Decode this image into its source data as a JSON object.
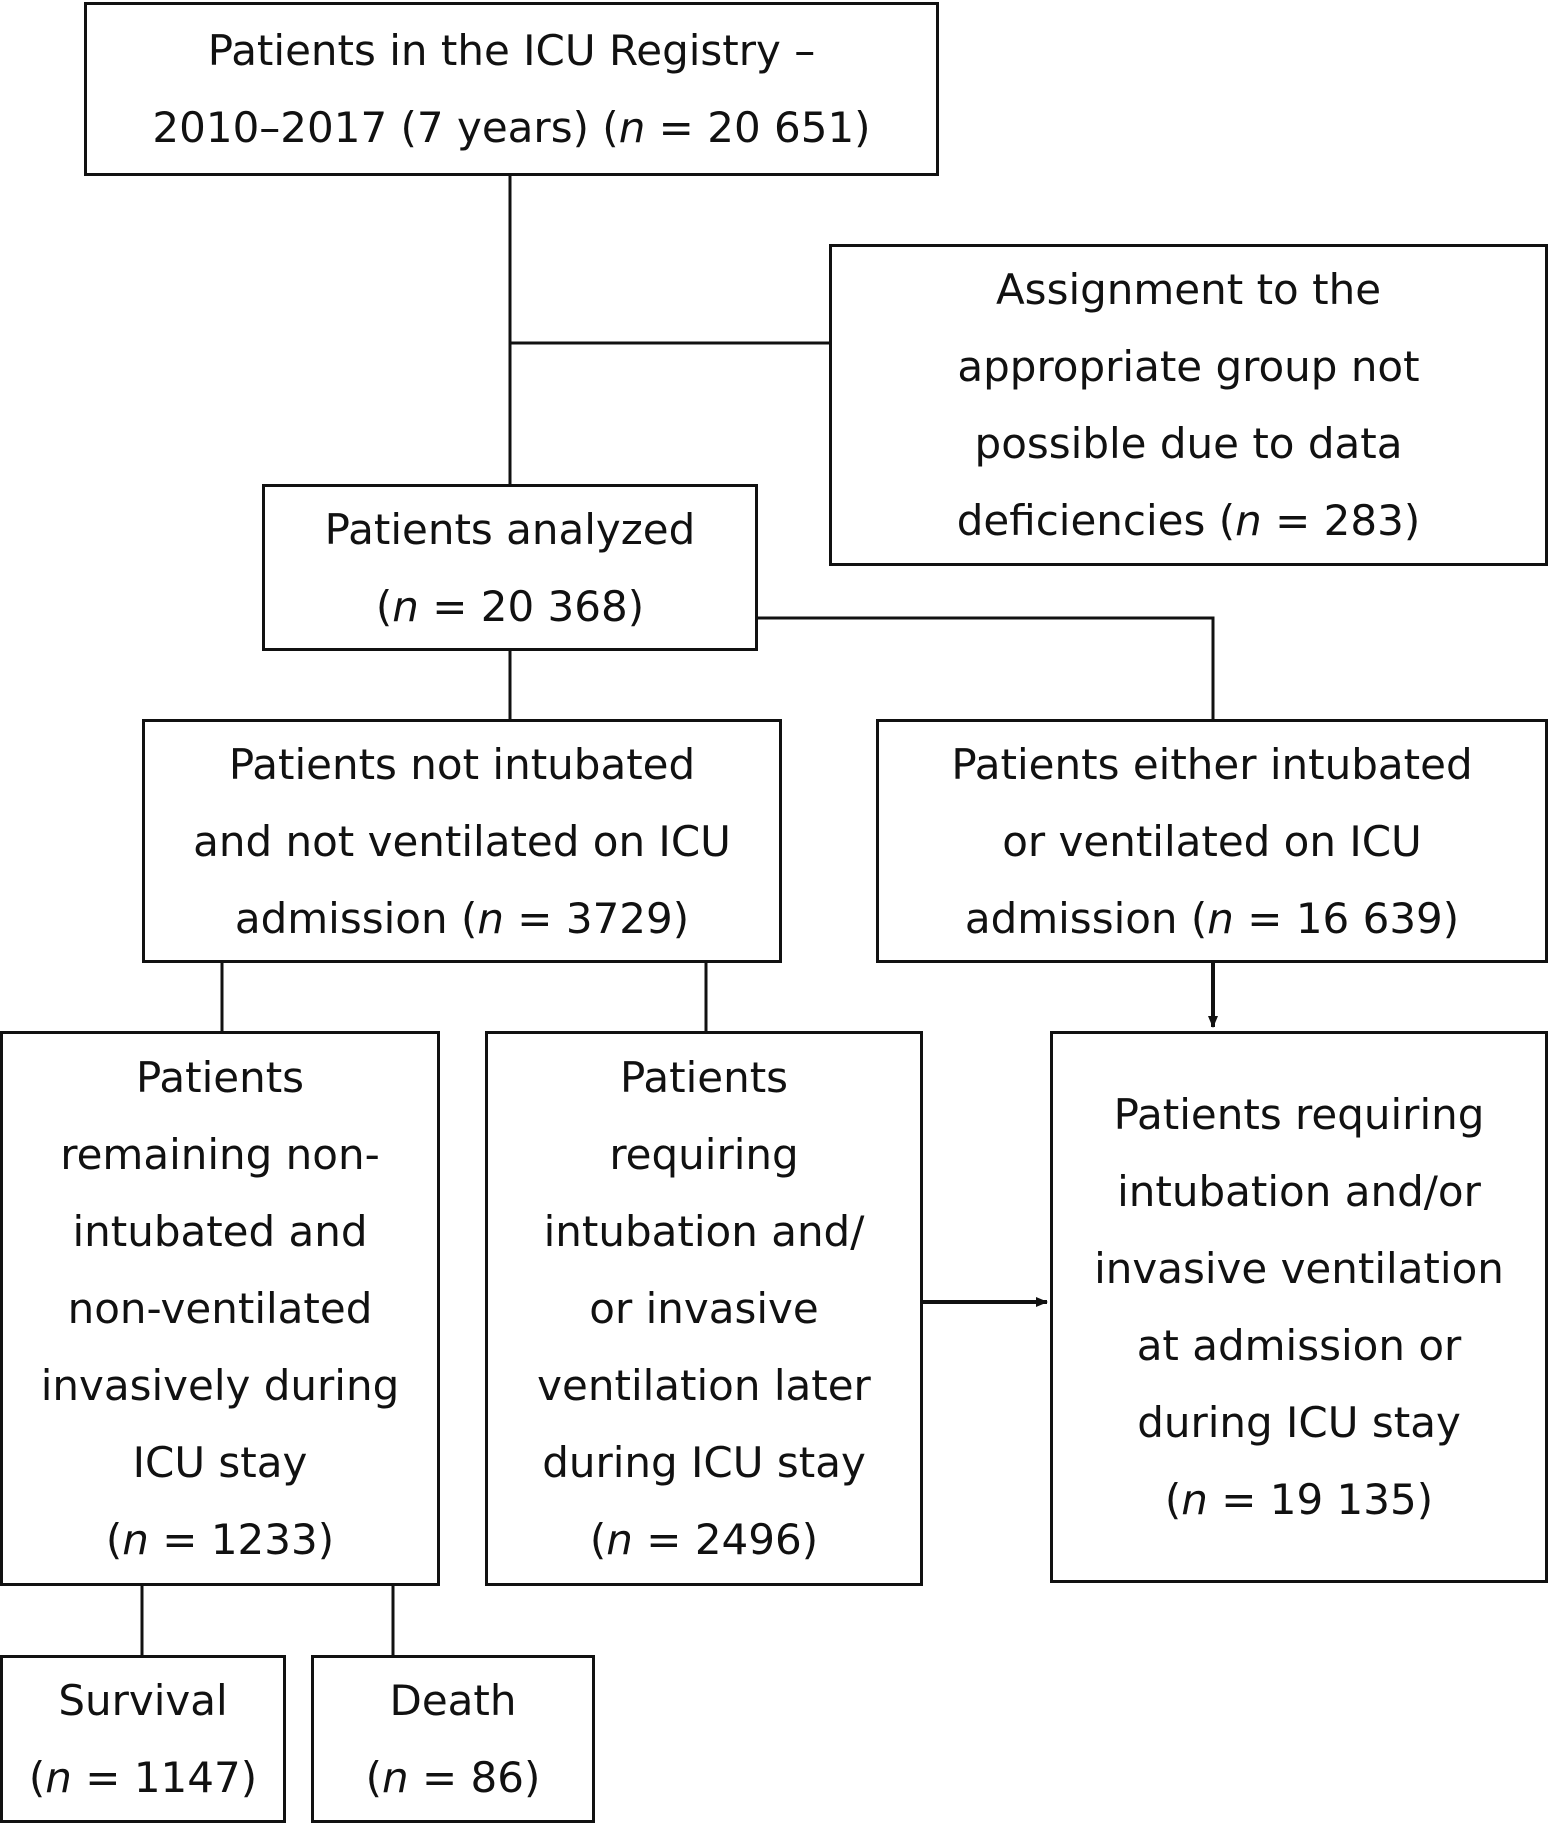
{
  "nodes": {
    "registry": {
      "lines": [
        "Patients in the ICU Registry –"
      ],
      "count_line": {
        "prefix": "2010–2017 (7 years) (",
        "n": "n",
        "value": " = 20 651)"
      }
    },
    "excluded": {
      "lines": [
        "Assignment to the",
        "appropriate group not",
        "possible due to data"
      ],
      "count_line": {
        "prefix": "deficiencies (",
        "n": "n",
        "value": " = 283)"
      }
    },
    "analyzed": {
      "lines": [
        "Patients analyzed"
      ],
      "count_line": {
        "prefix": "(",
        "n": "n",
        "value": " = 20 368)"
      }
    },
    "not_intubated": {
      "lines": [
        "Patients not intubated",
        "and not ventilated on ICU"
      ],
      "count_line": {
        "prefix": "admission (",
        "n": "n",
        "value": " = 3729)"
      }
    },
    "intubated_admission": {
      "lines": [
        "Patients either intubated",
        "or ventilated on ICU"
      ],
      "count_line": {
        "prefix": "admission (",
        "n": "n",
        "value": " = 16 639)"
      }
    },
    "remaining": {
      "lines": [
        "Patients",
        "remaining non-",
        "intubated and",
        "non-ventilated",
        "invasively during",
        "ICU stay"
      ],
      "count_line": {
        "prefix": "(",
        "n": "n",
        "value": " = 1233)"
      }
    },
    "later": {
      "lines": [
        "Patients",
        "requiring",
        "intubation and/",
        "or invasive",
        "ventilation later",
        "during ICU stay"
      ],
      "count_line": {
        "prefix": "(",
        "n": "n",
        "value": " = 2496)"
      }
    },
    "requiring_total": {
      "lines": [
        "Patients requiring",
        "intubation and/or",
        "invasive ventilation",
        "at admission or",
        "during ICU stay"
      ],
      "count_line": {
        "prefix": "(",
        "n": "n",
        "value": " = 19 135)"
      }
    },
    "survival": {
      "lines": [
        "Survival"
      ],
      "count_line": {
        "prefix": "(",
        "n": "n",
        "value": " = 1147)"
      }
    },
    "death": {
      "lines": [
        "Death"
      ],
      "count_line": {
        "prefix": "(",
        "n": "n",
        "value": " = 86)"
      }
    }
  }
}
